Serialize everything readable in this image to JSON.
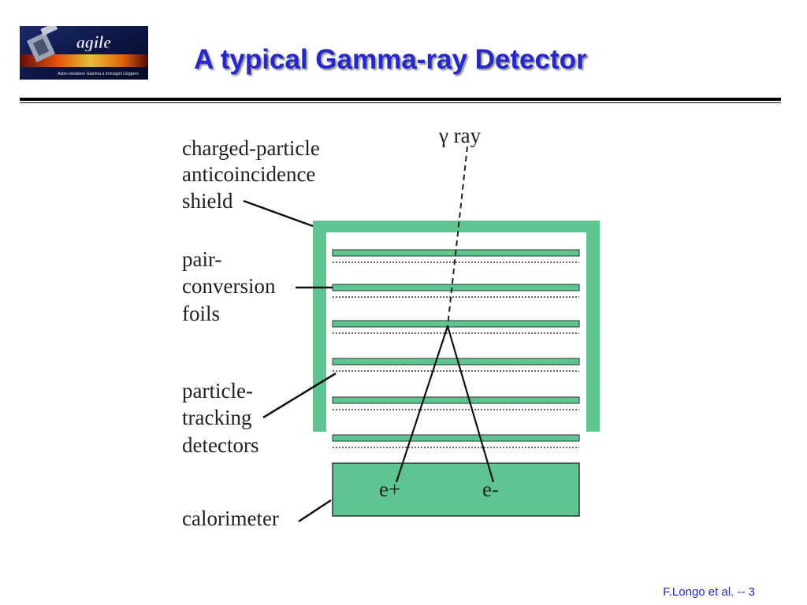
{
  "slide": {
    "title": "A typical Gamma-ray Detector",
    "footer": "F.Longo et al. -- 3",
    "logo": {
      "name": "agile",
      "tagline": "Astro-rivelatore Gamma a Immagini LEggero"
    }
  },
  "diagram": {
    "ray_label": "γ ray",
    "labels": {
      "shield": [
        "charged-particle",
        "anticoincidence",
        "shield"
      ],
      "foils": [
        "pair-",
        "conversion",
        "foils"
      ],
      "trackers": [
        "particle-",
        "tracking",
        "detectors"
      ],
      "calorimeter": "calorimeter"
    },
    "particles": {
      "positron": "e+",
      "electron": "e-"
    }
  },
  "colors": {
    "title": "#2626cc",
    "detector_green": "#5ec490",
    "ink": "#222222"
  }
}
